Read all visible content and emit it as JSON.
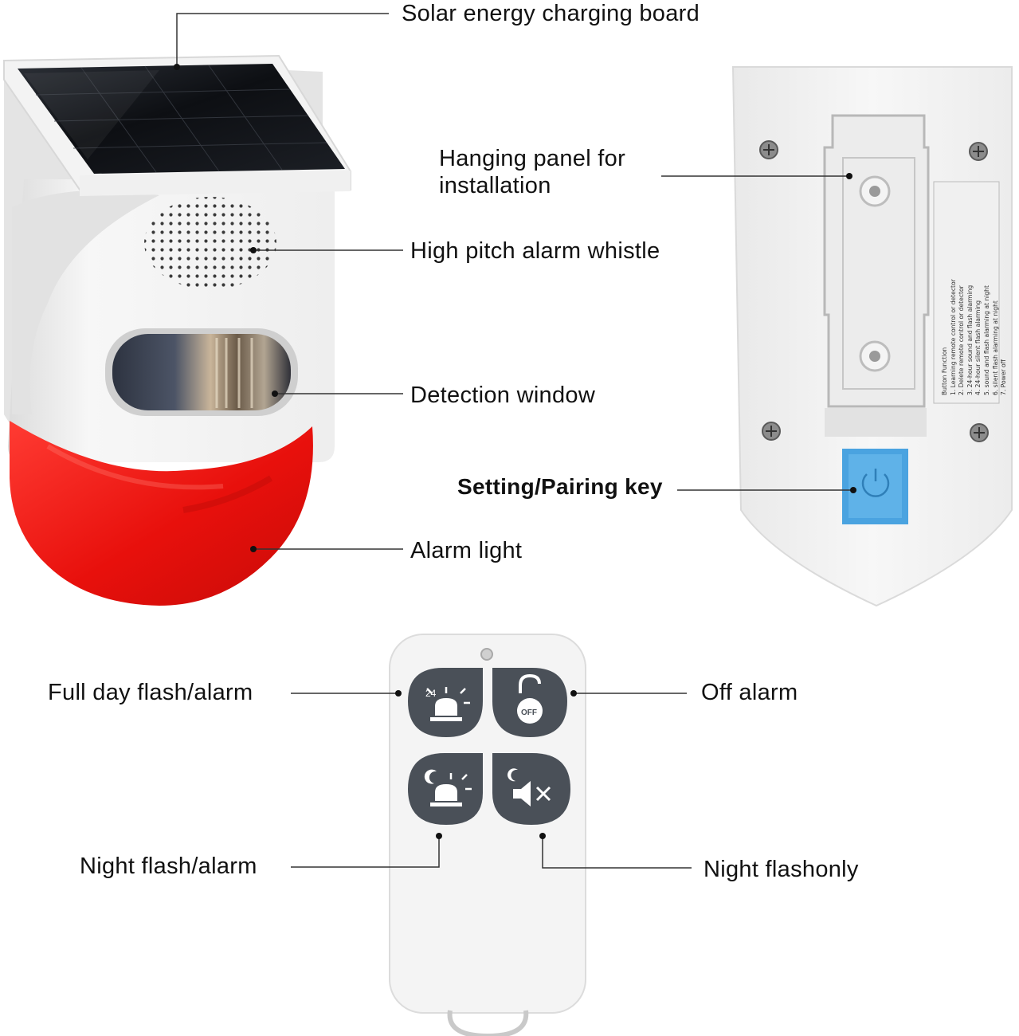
{
  "labels": {
    "solar_board": "Solar energy charging board",
    "hanging_panel_1": "Hanging panel for",
    "hanging_panel_2": "installation",
    "alarm_whistle": "High pitch alarm whistle",
    "detection_window": "Detection window",
    "pairing_key": "Setting/Pairing key",
    "alarm_light": "Alarm light",
    "full_day": "Full day flash/alarm",
    "off_alarm": "Off alarm",
    "night_flash_alarm": "Night flash/alarm",
    "night_flash_only": "Night flashonly"
  },
  "remote": {
    "btn_24_text": "24",
    "btn_off_text": "OFF"
  },
  "sticker": {
    "title": "Button Function",
    "lines": [
      "1. Learning remote control or detector",
      "2. Delete remote control or detector",
      "3. 24-hour sound and flash alarming",
      "4. 24-hour silent flash alarming",
      "5. sound and flash alarming at night",
      "6. silent flash alarming at night",
      "7. Power off"
    ]
  },
  "colors": {
    "alarm_red": "#f2231f",
    "pairing_blue": "#4aa3e0",
    "button_dark": "#4a5058",
    "body_white": "#f6f6f6"
  }
}
